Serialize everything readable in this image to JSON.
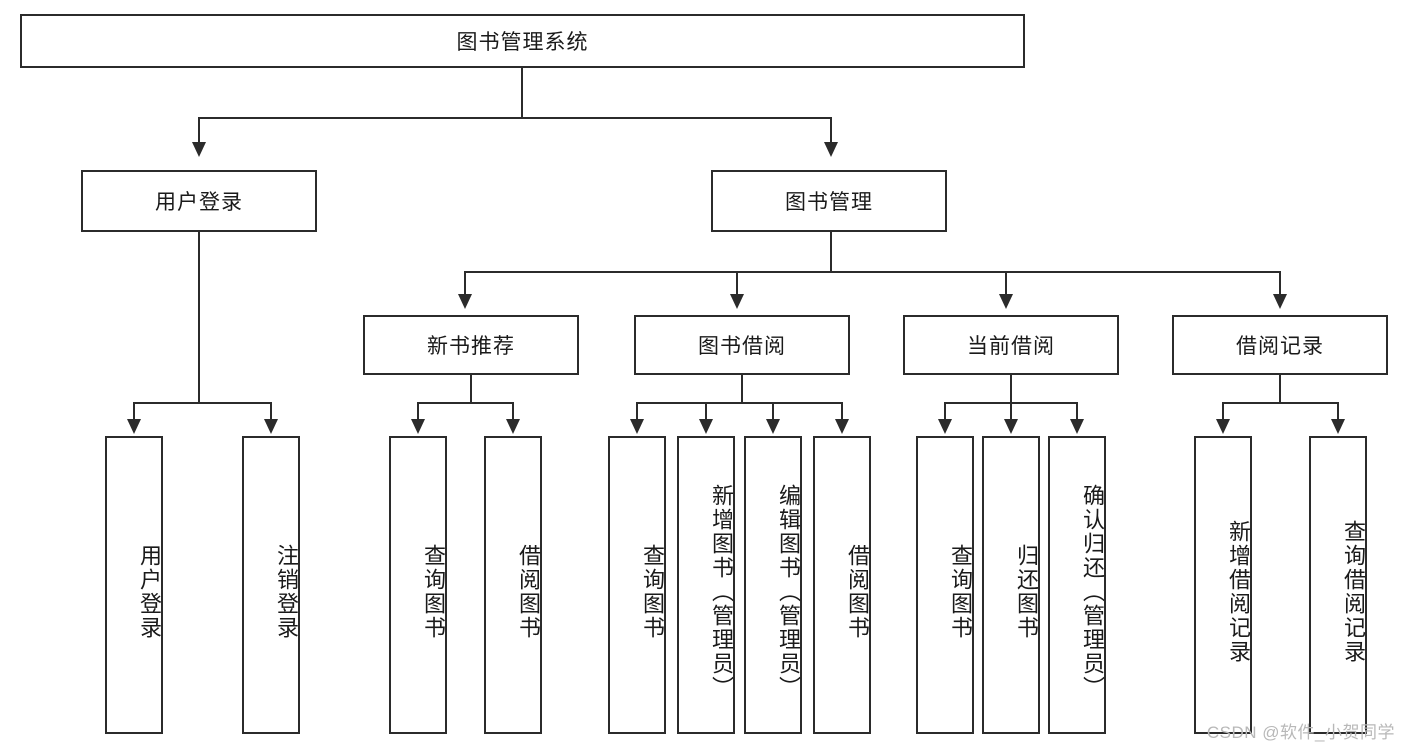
{
  "diagram": {
    "title": "图书管理系统",
    "type": "tree",
    "root": {
      "label": "图书管理系统",
      "children": [
        {
          "label": "用户登录",
          "children": [
            {
              "label": "用户登录",
              "children": []
            },
            {
              "label": "注销登录",
              "children": []
            }
          ]
        },
        {
          "label": "图书管理",
          "children": [
            {
              "label": "新书推荐",
              "children": [
                {
                  "label": "查询图书",
                  "children": []
                },
                {
                  "label": "借阅图书",
                  "children": []
                }
              ]
            },
            {
              "label": "图书借阅",
              "children": [
                {
                  "label": "查询图书",
                  "children": []
                },
                {
                  "label": "新增图书（管理员）",
                  "children": []
                },
                {
                  "label": "编辑图书（管理员）",
                  "children": []
                },
                {
                  "label": "借阅图书",
                  "children": []
                }
              ]
            },
            {
              "label": "当前借阅",
              "children": [
                {
                  "label": "查询图书",
                  "children": []
                },
                {
                  "label": "归还图书",
                  "children": []
                },
                {
                  "label": "确认归还（管理员）",
                  "children": []
                }
              ]
            },
            {
              "label": "借阅记录",
              "children": [
                {
                  "label": "新增借阅记录",
                  "children": []
                },
                {
                  "label": "查询借阅记录",
                  "children": []
                }
              ]
            }
          ]
        }
      ]
    },
    "nodes": {
      "root": "图书管理系统",
      "l1_user_login": "用户登录",
      "l1_book_mgmt": "图书管理",
      "l2_new_book_rec": "新书推荐",
      "l2_book_borrow": "图书借阅",
      "l2_current_borrow": "当前借阅",
      "l2_borrow_record": "借阅记录",
      "leaf_user_login": "用户登录",
      "leaf_logout": "注销登录",
      "leaf_rec_query_book": "查询图书",
      "leaf_rec_borrow_book": "借阅图书",
      "leaf_borrow_query_book": "查询图书",
      "leaf_borrow_add_book": "新增图书（管理员）",
      "leaf_borrow_edit_book": "编辑图书（管理员）",
      "leaf_borrow_borrow_book": "借阅图书",
      "leaf_cur_query_book": "查询图书",
      "leaf_cur_return_book": "归还图书",
      "leaf_cur_confirm_return": "确认归还（管理员）",
      "leaf_rec_add_record": "新增借阅记录",
      "leaf_rec_query_record": "查询借阅记录"
    },
    "colors": {
      "stroke": "#2b2b2b",
      "fill": "#ffffff",
      "text": "#1a1a1a",
      "watermark": "#b8b8b8"
    }
  },
  "watermark": "CSDN @软件_小贺同学"
}
